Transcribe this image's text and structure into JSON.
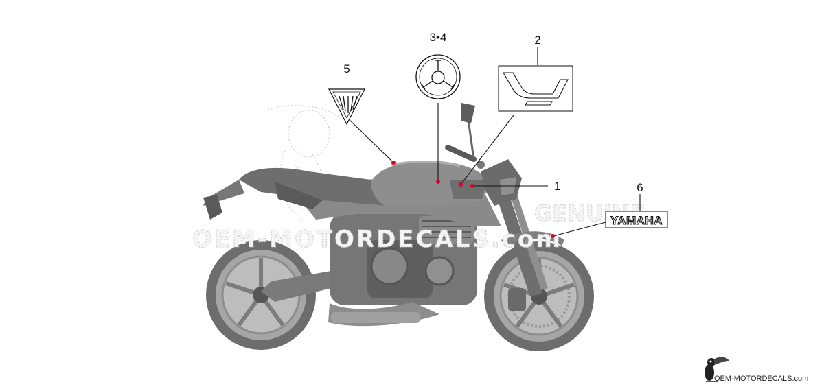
{
  "diagram": {
    "callouts": {
      "c1": "1",
      "c2": "2",
      "c34": "3•4",
      "c5": "5",
      "c6": "6"
    },
    "part6_text": "YAMAHA",
    "watermark": {
      "line1": "GENUINE",
      "line2": "OEM-MOTORDECALS.com"
    },
    "credit": "OEM-MOTORDECALS.com",
    "colors": {
      "bike_body": "#8a8a8a",
      "bike_dark": "#5f5f5f",
      "leader_line": "#111111",
      "marker_dot": "#e0002a"
    }
  }
}
